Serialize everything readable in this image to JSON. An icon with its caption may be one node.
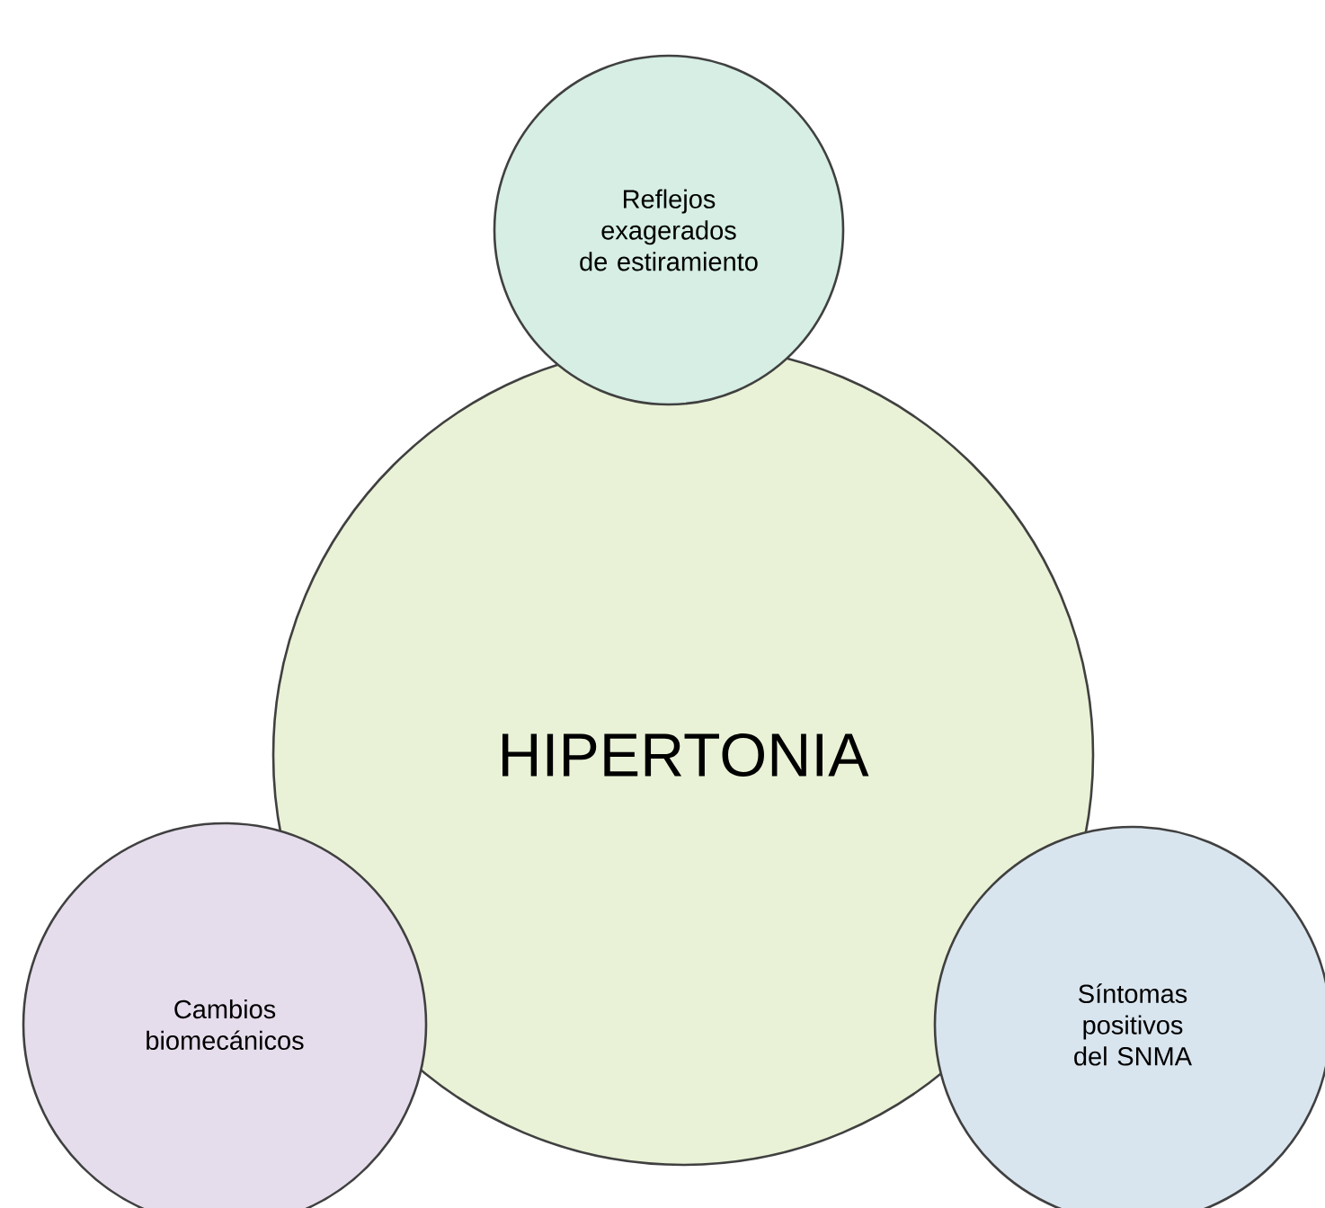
{
  "diagram": {
    "nodes": [
      {
        "text": [
          "HIPERTONIA"
        ]
      },
      {
        "text": [
          "Reflejos exagerados de estiramiento"
        ]
      },
      {
        "text": [
          "Cambios biomecánicos"
        ]
      },
      {
        "text": [
          "Síntomas positivos del SNMA"
        ]
      }
    ]
  }
}
